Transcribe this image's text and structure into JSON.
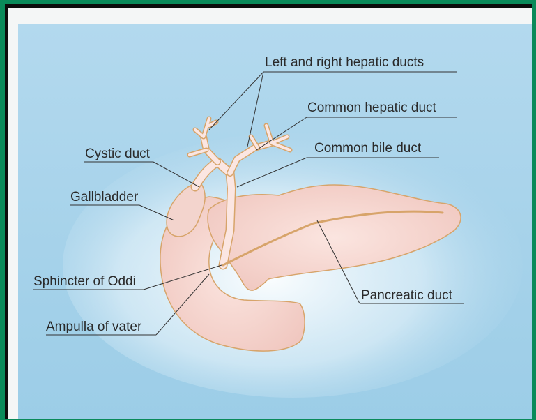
{
  "diagram": {
    "labels": {
      "hepatic_ducts": "Left and right hepatic ducts",
      "common_hepatic": "Common hepatic duct",
      "common_bile": "Common bile duct",
      "cystic": "Cystic duct",
      "gallbladder": "Gallbladder",
      "sphincter": "Sphincter of Oddi",
      "ampulla": "Ampulla of vater",
      "pancreatic": "Pancreatic duct"
    },
    "colors": {
      "frame": "#0a8a5a",
      "background_blue": "#a9d3ea",
      "organ_fill": "#f6d6d0",
      "organ_outline": "#d7a46a",
      "duct_fill": "#fbe6e2",
      "label_text": "#2a2a2a",
      "leader_line": "#333333"
    }
  }
}
